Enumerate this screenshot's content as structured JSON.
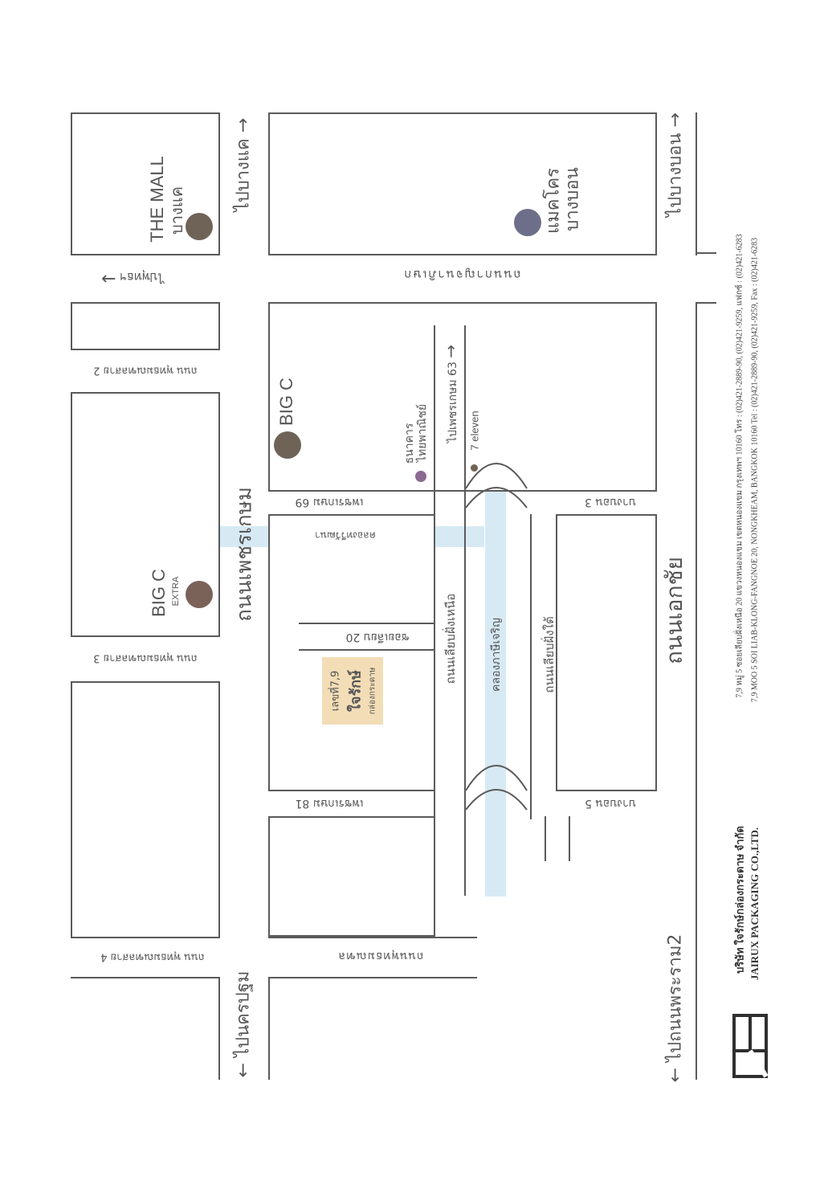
{
  "roads": {
    "phetkasem": "ถนนเพชรเกษม",
    "ekkachai": "ถนนเอกชัย",
    "liab_north": "ถนนเลียบฝั่งเหนือ",
    "liab_south": "ถนนเลียบฝั่งใต้",
    "kanchana": "ถนนกาญจนาภิเษก",
    "phutthamonthon": "ถนนพุทธมณฑล"
  },
  "sois": {
    "phutthamonthon_2": "ถนน พุทธมณฑลสาย 2",
    "phutthamonthon_3": "ถนน พุทธมณฑลสาย 3",
    "phutthamonthon_4": "ถนน พุทธมณฑลสาย 4",
    "phetkasem_69": "เพชรเกษม 69",
    "phetkasem_81": "เพชรเกษม 81",
    "bang_bon_3": "บางบอน 3",
    "bang_bon_5": "บางบอน 5",
    "soi_liab_20": "ซอยเลียบ 20"
  },
  "canals": {
    "khlong_phasi": "คลองภาษีเจริญ",
    "khlong_thawi": "คลองทวีวัฒนา"
  },
  "directions": {
    "to_bang_khae": "ไปบางแค",
    "to_bang_bon": "ไปบางบอน",
    "to_nakhon_pathom": "ไปนครปฐม",
    "to_rama2": "ไปถนนพระราม2",
    "to_phutthamonthon": "ไปพุทธฯ",
    "to_phetkasem_63": "ไปเพชรเกษม 63"
  },
  "landmarks": {
    "the_mall": "THE MALL",
    "the_mall_branch": "บางแค",
    "makro": "แมคโคร",
    "makro_branch": "บางบอน",
    "big_c": "BIG C",
    "big_c_extra": "BIG C",
    "big_c_extra_sub": "EXTRA",
    "bank_1": "ธนาคาร",
    "bank_2": "ไทยพาณิชย์",
    "seven_eleven": "7 eleven"
  },
  "company_marker": {
    "line1": "เลขที่7,9",
    "line2": "ใจรักษ์",
    "line3": "กล่องกระดาษ"
  },
  "footer": {
    "name_th": "บริษัท ใจรักษ์กล่องกระดาษ จำกัด",
    "name_en": "JAIRUX PACKAGING CO.,LTD.",
    "address_th": "7,9 หมู่ 5 ซอยเลียบฝั่งเหนือ 20 แขวงหนองแขม เขตหนองแขม กรุงเทพฯ 10160 โทร : (02)421-2889-90, (02)421-9259, แฟกซ์ : (02)421-6283",
    "address_en": "7,9 MOO 5 SOI LIAB-KLONG-FANGNOE 20, NONGKHEAM, BANGKOK 10160 Tel : (02)421-2889-90, (02)421-9259, Fax : (02)421-6283"
  },
  "colors": {
    "canal": "#d7eaf4",
    "road_line": "#5a5a5a",
    "marker_box": "#f2ddb6",
    "dot": "#6f6357",
    "bank_dot": "#8a6a93"
  }
}
